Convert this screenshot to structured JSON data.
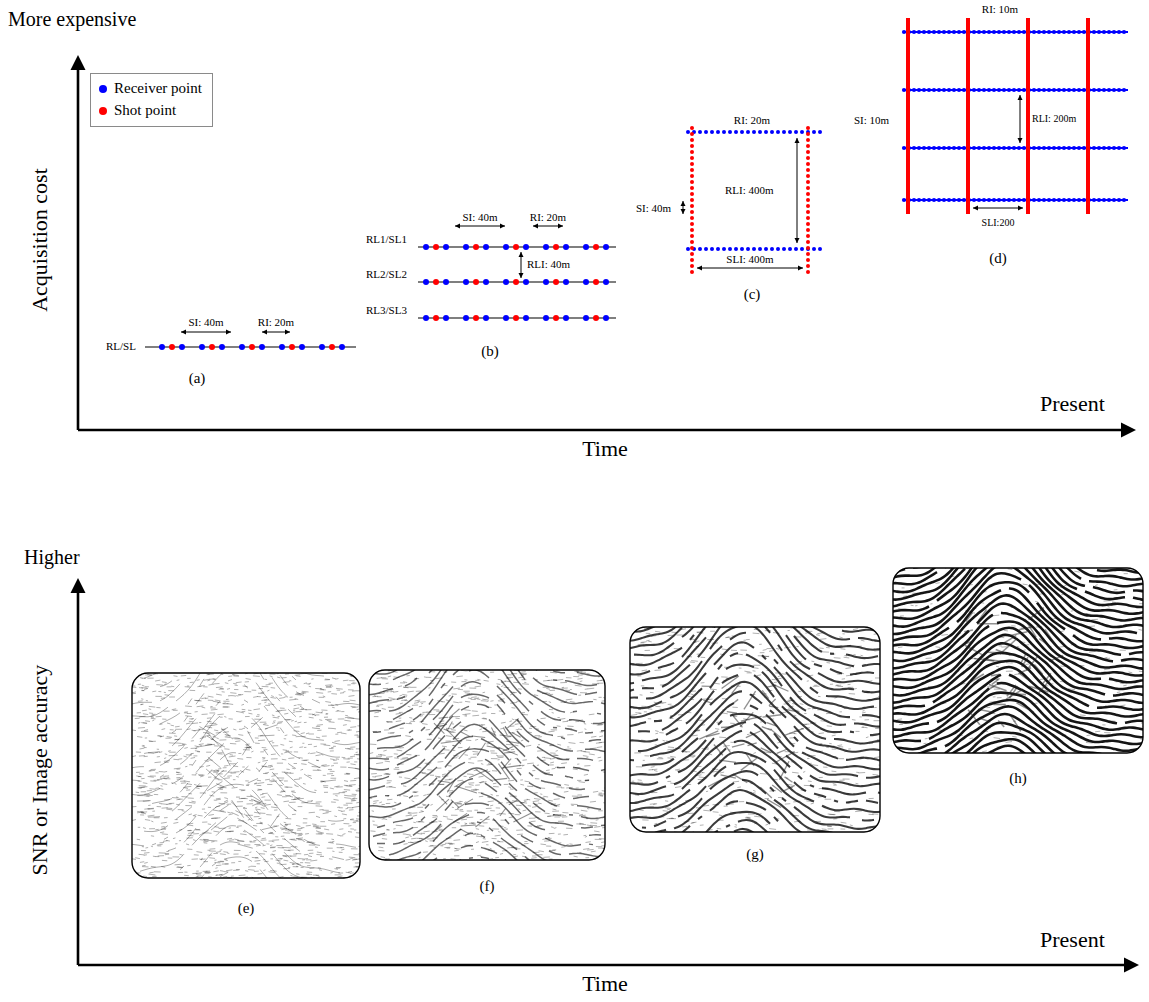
{
  "diagram": {
    "labels": [
      "More expensive",
      "Acquisition cost",
      "SI: 40m",
      "RI: 20m",
      "RL/SL",
      "(a)",
      "SI: 40m",
      "RI: 20m",
      "RL1/SL1",
      "RLI: 40m",
      "RL2/SL2",
      "RL3/SL3",
      "(b)",
      "RI: 20m",
      "SI: 40m",
      "RLI: 400m",
      "SLI: 400m",
      "(c)",
      "RI: 10m",
      "SI: 10m",
      "RLI: 200m",
      "SLI:200",
      "(d)",
      "Present",
      "Time",
      "Higher",
      "SNR or Image accuracy",
      "(e)",
      "(f)",
      "(g)",
      "(h)",
      "Present",
      "Time"
    ],
    "legend": [
      {
        "text": "Receiver point",
        "color": "#0000ff"
      },
      {
        "text": "Shot point",
        "color": "#ff0000"
      }
    ]
  }
}
